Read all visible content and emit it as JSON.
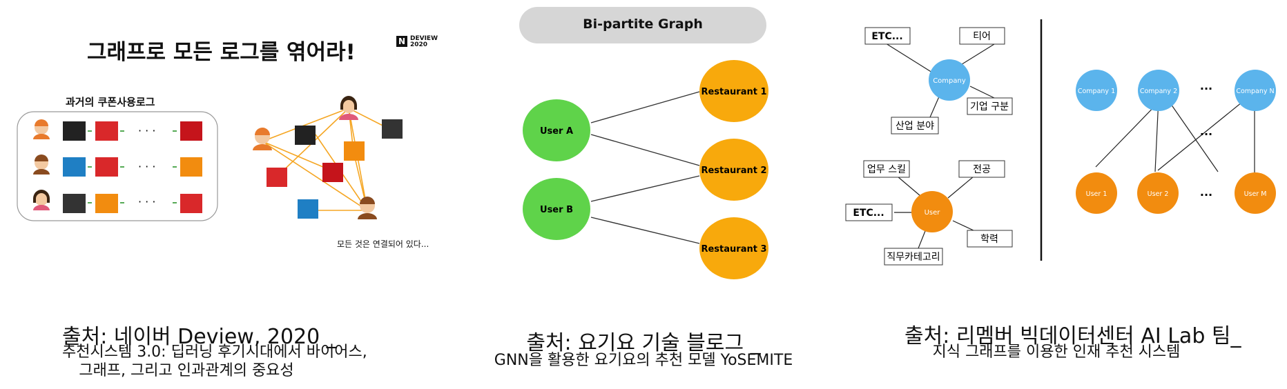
{
  "panel1": {
    "title": "그래프로 모든 로그를 엮어라!",
    "logo_text": "DEVIEW 2020",
    "history_label": "과거의 쿠폰사용로그",
    "ellipsis": "· · ·",
    "connected_label": "모든 것은 연결되어 있다..."
  },
  "panel2": {
    "header": "Bi-partite Graph",
    "users": [
      "User A",
      "User B"
    ],
    "restaurants": [
      "Restaurant 1",
      "Restaurant 2",
      "Restaurant 3"
    ]
  },
  "panel3": {
    "company_node": "Company",
    "company_attrs": [
      "ETC...",
      "티어",
      "기업 구분",
      "산업 분야"
    ],
    "user_node": "User",
    "user_attrs": [
      "업무 스킬",
      "전공",
      "ETC...",
      "학력",
      "직무카테고리"
    ],
    "companies": [
      "Company 1",
      "Company 2",
      "Company N"
    ],
    "users": [
      "User 1",
      "User 2",
      "User M"
    ],
    "dots": "...",
    "colors": {
      "company": "#5bb4ec",
      "user": "#f28c0f"
    }
  },
  "captions": {
    "c1_main": "출처: 네이버 Deview, 2020 _",
    "c1_sub1": "추천시스템 3.0: 딥러닝 후기시대에서 바이어스,",
    "c1_sub2": "그래프, 그리고 인과관계의 중요성",
    "c2_main": "출처: 요기요 기술 블로그 _",
    "c2_sub": "GNN을 활용한 요기요의 추천 모델 YoSEMITE",
    "c3_main": "출처: 리멤버 빅데이터센터 AI Lab 팀_",
    "c3_sub": "지식 그래프를 이용한 인재 추천 시스템"
  },
  "colors": {
    "green": "#5fd34a",
    "orange": "#f8a90c",
    "header_gray": "#d6d6d6",
    "edge_orange": "#f5a623"
  }
}
